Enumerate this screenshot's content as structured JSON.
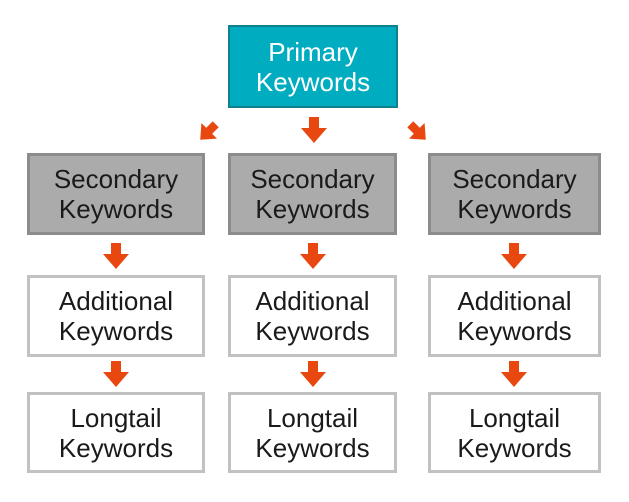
{
  "diagram": {
    "primary_label": "Primary Keywords",
    "columns": [
      {
        "secondary_label": "Secondary Keywords",
        "additional_label": "Additional Keywords",
        "longtail_label": "Longtail Keywords"
      },
      {
        "secondary_label": "Secondary Keywords",
        "additional_label": "Additional Keywords",
        "longtail_label": "Longtail Keywords"
      },
      {
        "secondary_label": "Secondary Keywords",
        "additional_label": "Additional Keywords",
        "longtail_label": "Longtail Keywords"
      }
    ],
    "colors": {
      "primary_fill": "#00ACC0",
      "primary_border": "#10808F",
      "primary_text": "#FFFFFF",
      "secondary_fill": "#ABABAB",
      "secondary_border": "#8C8C8C",
      "box_fill": "#FFFFFF",
      "box_border": "#C1C1C1",
      "arrow": "#E8470F",
      "text": "#1A1A1A",
      "background": "#FFFFFF"
    },
    "icons": {
      "down": "arrow-down-icon",
      "down_left": "arrow-down-left-icon",
      "down_right": "arrow-down-right-icon"
    }
  }
}
